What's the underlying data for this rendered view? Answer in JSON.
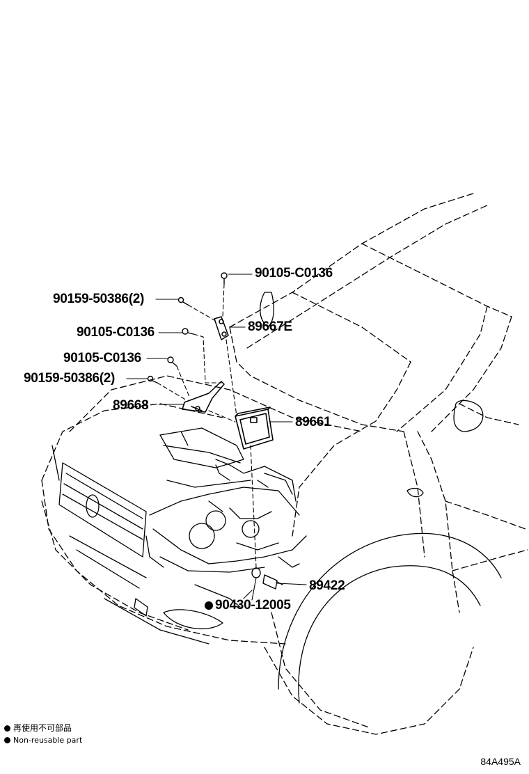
{
  "parts": [
    {
      "id": "p1",
      "label": "90105-C0136"
    },
    {
      "id": "p2",
      "label": "90159-50386(2)"
    },
    {
      "id": "p3",
      "label": "89667E"
    },
    {
      "id": "p4",
      "label": "90105-C0136"
    },
    {
      "id": "p5",
      "label": "90105-C0136"
    },
    {
      "id": "p6",
      "label": "90159-50386(2)"
    },
    {
      "id": "p7",
      "label": "89668"
    },
    {
      "id": "p8",
      "label": "89661"
    },
    {
      "id": "p9",
      "label": "89422"
    },
    {
      "id": "p10",
      "label": "90430-12005",
      "non_reusable": true
    }
  ],
  "legend": {
    "japanese": "再使用不可部品",
    "english": "Non-reusable part"
  },
  "drawing_id": "84A495A"
}
